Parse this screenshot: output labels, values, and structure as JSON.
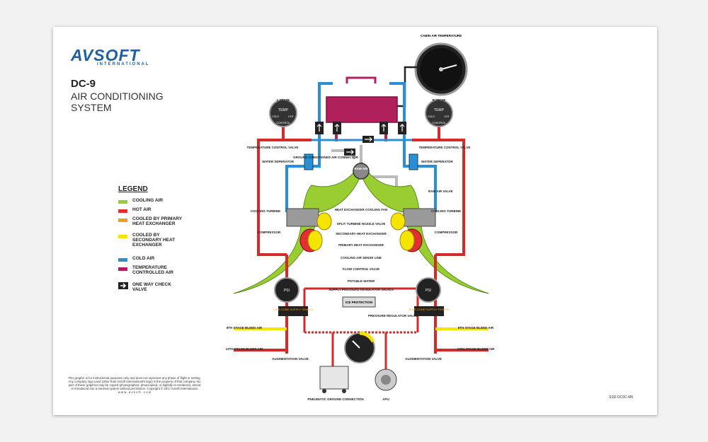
{
  "brand": {
    "logo": "AVSOFT",
    "logo_sub": "INTERNATIONAL"
  },
  "title": {
    "model": "DC-9",
    "line1": "AIR CONDITIONING",
    "line2": "SYSTEM"
  },
  "legend": {
    "title": "LEGEND",
    "items": [
      {
        "label": "COOLING AIR",
        "color": "#9acd32"
      },
      {
        "label": "HOT AIR",
        "color": "#e03030"
      },
      {
        "label": "COOLED BY PRIMARY HEAT EXCHANGER",
        "color": "#f0a020"
      },
      {
        "label": "COOLED BY SECONDARY HEAT EXCHANGER",
        "color": "#f5e400"
      },
      {
        "label": "COLD AIR",
        "color": "#2a8fd4"
      },
      {
        "label": "TEMPERATURE CONTROLLED AIR",
        "color": "#b0205a"
      },
      {
        "label": "ONE WAY CHECK VALVE",
        "color": "#222222"
      }
    ]
  },
  "diagram": {
    "cabin_gauge": "CABIN AIR TEMPERATURE",
    "l_valve": "L VALVE",
    "r_valve": "R VALVE",
    "temp_dial": {
      "top": "TEMP",
      "left": "COLD",
      "right": "HOT",
      "bottom": "CONTROL"
    },
    "tcv_left": "TEMPERATURE CONTROL VALVE",
    "tcv_right": "TEMPERATURE CONTROL VALVE",
    "ground_conn": "GROUND CONDITIONED AIR CONNECTOR",
    "ram_air": "RAM AIR",
    "water_sep_l": "WATER SEPERATOR",
    "water_sep_r": "WATER SEPERATOR",
    "ram_air_valve": "RAM AIR VALVE",
    "cooling_turbine_l": "COOLING TURBINE",
    "cooling_turbine_r": "COOLING TURBINE",
    "compressor_l": "COMPRESSOR",
    "compressor_r": "COMPRESSOR",
    "hx_fan": "HEAT EXCHANGER COOLING FAN",
    "split_turbine": "SPLIT TURBINE NOZZLE VALVE",
    "secondary_hx": "SECONDARY HEAT EXCHANGER",
    "primary_hx": "PRIMARY HEAT EXCHANGER",
    "sense_line": "COOLING AIR SENSE LINE",
    "flow_control": "FLOW CONTROL VALVE",
    "potable_water": "POTABLE WATER",
    "supply_reg": "SUPPLY PRESSURE REGULATOR VALVES",
    "ice_protection": "ICE PROTECTION",
    "pressure_reg": "PRESSURE REGULATOR VALVE",
    "psi": "PSI",
    "l_supply_temp": "L AIR COND SUPPLY TEMP HI",
    "r_supply_temp": "R AIR COND SUPPLY TEMP HI",
    "eighth_stage_l": "8TH STAGE BLEED AIR",
    "eighth_stage_r": "8TH STAGE BLEED AIR",
    "thirteenth_l": "13TH STAGE BLEED AIR",
    "thirteenth_r": "13TH STAGE BLEED AIR",
    "aug_valve_l": "AUGMENTATION VALVE",
    "aug_valve_r": "AUGMENTATION VALVE",
    "pneumatic": "PNEUMATIC GROUND CONNECTION",
    "apu": "APU"
  },
  "footer": {
    "disclaimer": "This graphic is for instructional purposes only and does not represent any phase of flight or setting. Any company logo used (other than Avsoft International's logo) is the property of that company. No part of these graphics may be copied (photographed, photocopied, or digitally re-rendered), stored or introduced into a retrieval system without permission. Copyright © 2017 Avsoft International.",
    "url": "w w w . a v s o f t . c o m",
    "code": "SSD-DC9C-M6"
  }
}
